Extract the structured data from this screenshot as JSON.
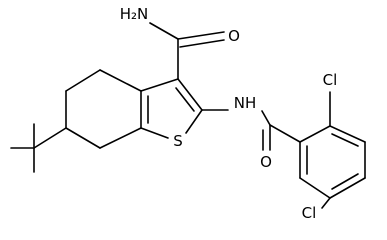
{
  "molecule": {
    "atoms": [
      {
        "id": "nh2",
        "label": "H₂N"
      },
      {
        "id": "o_amide",
        "label": "O"
      },
      {
        "id": "nh",
        "label": "NH"
      },
      {
        "id": "s",
        "label": "S"
      },
      {
        "id": "cl_top",
        "label": "Cl"
      },
      {
        "id": "o_benzamide",
        "label": "O"
      },
      {
        "id": "cl_bottom",
        "label": "Cl"
      }
    ]
  }
}
